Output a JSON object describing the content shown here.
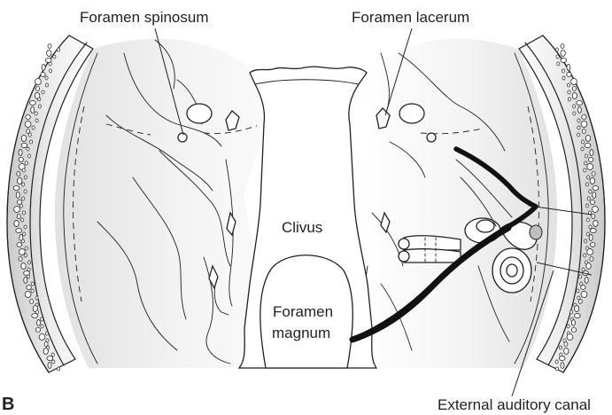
{
  "labels": {
    "foramen_spinosum": "Foramen spinosum",
    "foramen_lacerum": "Foramen lacerum",
    "clivus": "Clivus",
    "foramen_magnum_line1": "Foramen",
    "foramen_magnum_line2": "magnum",
    "external_auditory_canal": "External auditory canal",
    "panel": "B"
  },
  "colors": {
    "ink": "#231f20",
    "shade": "#d9d9d9",
    "fracture": "#111111"
  }
}
